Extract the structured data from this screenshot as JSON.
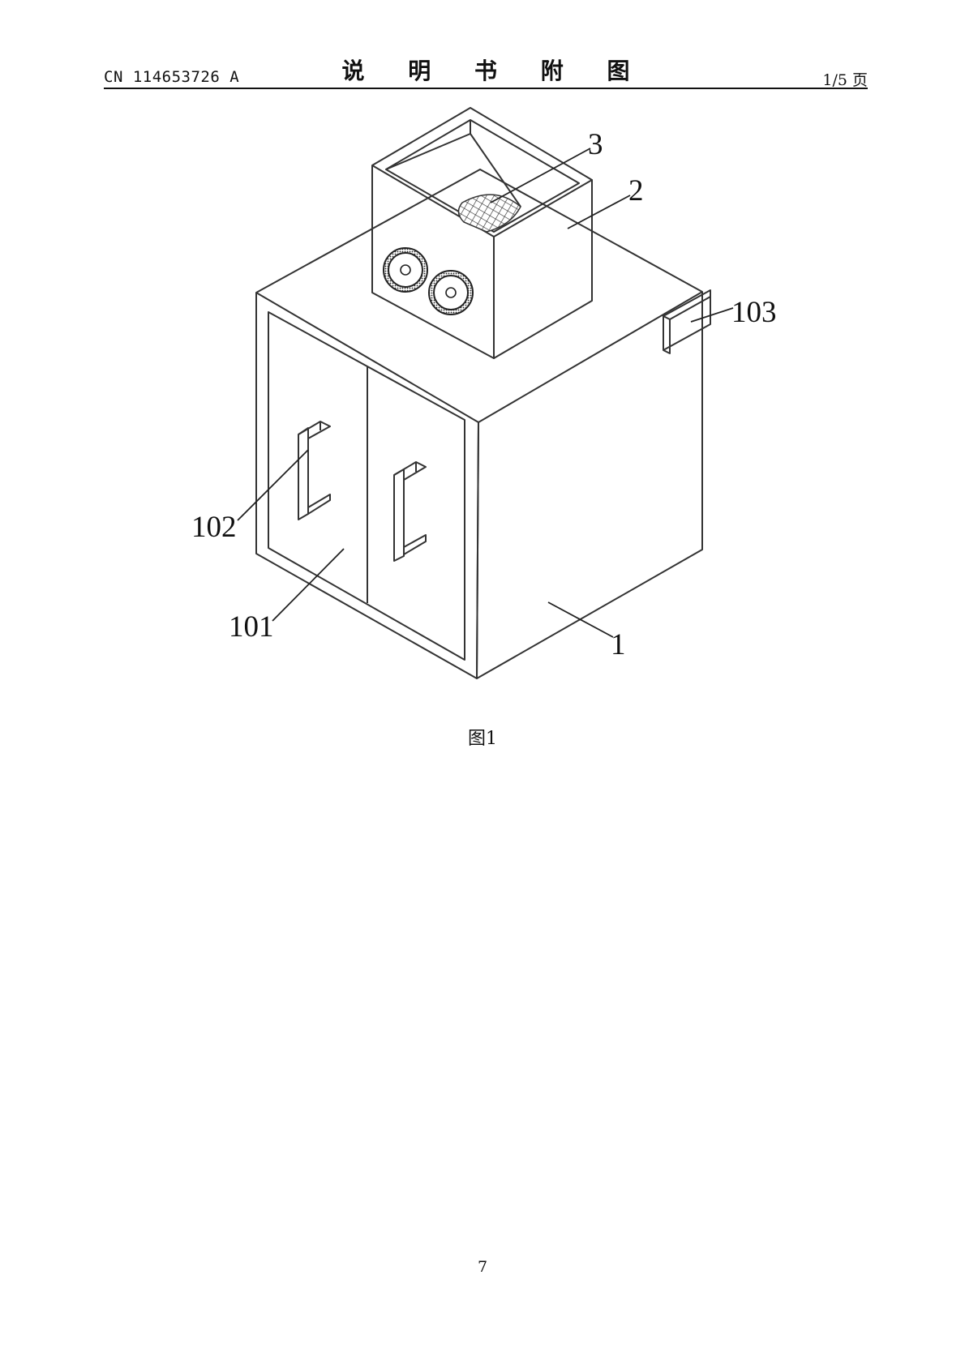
{
  "header": {
    "publication_number": "CN 114653726 A",
    "title": "说 明 书 附 图",
    "page_of": "1/5 页"
  },
  "figure": {
    "caption": "图1",
    "reference_labels": {
      "body": "1",
      "hopper": "2",
      "screen": "3",
      "door": "101",
      "handle": "102",
      "control_box": "103"
    }
  },
  "footer": {
    "page_number": "7"
  }
}
